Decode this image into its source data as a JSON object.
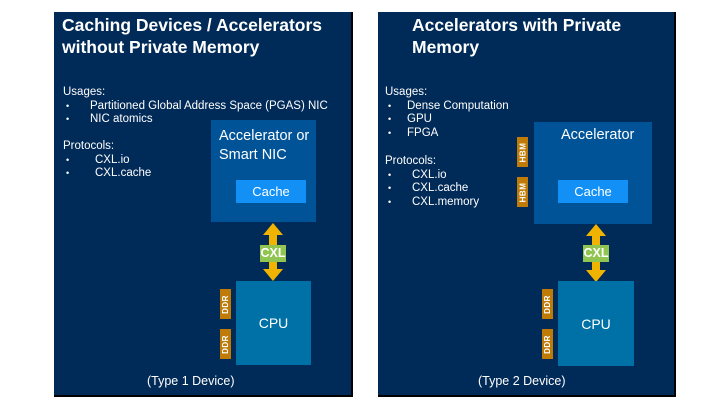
{
  "colors": {
    "panel_bg": "#002a57",
    "accelerator_bg": "#005397",
    "cache_bg": "#1390f5",
    "cpu_bg": "#0071a6",
    "memory_chip_bg": "#c07b07",
    "cxl_label_bg": "#8fc550",
    "arrow": "#f0b400"
  },
  "type1": {
    "title_line1": "Caching Devices / Accelerators",
    "title_line2": "without Private Memory",
    "usages_label": "Usages:",
    "usages": [
      "Partitioned Global Address Space (PGAS) NIC",
      "NIC atomics"
    ],
    "protocols_label": "Protocols:",
    "protocols": [
      "CXL.io",
      "CXL.cache"
    ],
    "accelerator_line1": "Accelerator or",
    "accelerator_line2": "Smart NIC",
    "cache_label": "Cache",
    "link_label": "CXL",
    "cpu_label": "CPU",
    "cpu_memory": [
      "DDR",
      "DDR"
    ],
    "footer": "(Type 1 Device)"
  },
  "type2": {
    "title_line1": "Accelerators with Private",
    "title_line2": "Memory",
    "usages_label": "Usages:",
    "usages": [
      "Dense Computation",
      "GPU",
      "FPGA"
    ],
    "protocols_label": "Protocols:",
    "protocols": [
      "CXL.io",
      "CXL.cache",
      "CXL.memory"
    ],
    "accelerator_label": "Accelerator",
    "accelerator_memory": [
      "HBM",
      "HBM"
    ],
    "cache_label": "Cache",
    "link_label": "CXL",
    "cpu_label": "CPU",
    "cpu_memory": [
      "DDR",
      "DDR"
    ],
    "footer": "(Type 2 Device)"
  }
}
